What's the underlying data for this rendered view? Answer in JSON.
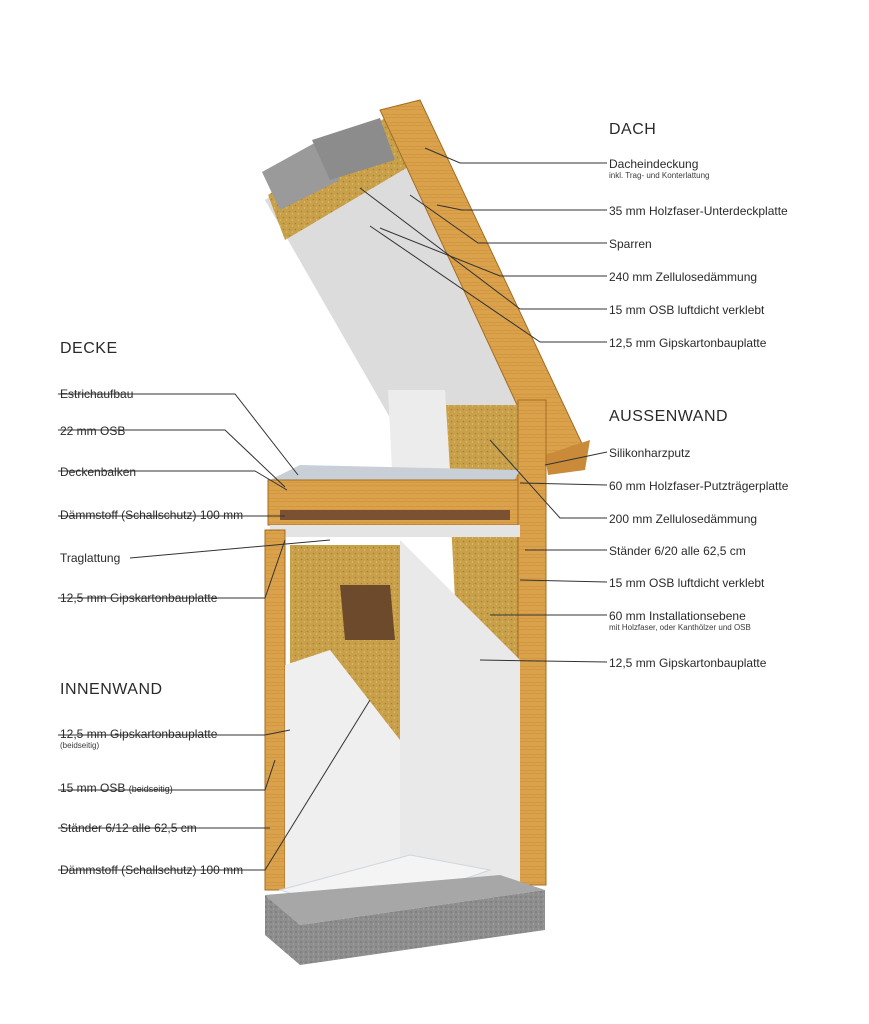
{
  "sections": {
    "dach": "DACH",
    "decke": "DECKE",
    "aussenwand": "AUSSENWAND",
    "innenwand": "INNENWAND"
  },
  "dach": [
    {
      "label": "Dacheindeckung",
      "sub": "inkl. Trag- und Konterlattung"
    },
    {
      "label": "35 mm Holzfaser-Unterdeckplatte"
    },
    {
      "label": "Sparren"
    },
    {
      "label": "240 mm Zellulosedämmung"
    },
    {
      "label": "15 mm OSB luftdicht verklebt"
    },
    {
      "label": "12,5 mm Gipskartonbauplatte"
    }
  ],
  "aussenwand": [
    {
      "label": "Silikonharzputz"
    },
    {
      "label": "60 mm Holzfaser-Putzträgerplatte"
    },
    {
      "label": "200 mm Zellulosedämmung"
    },
    {
      "label": "Ständer 6/20 alle 62,5 cm"
    },
    {
      "label": "15 mm OSB luftdicht verklebt"
    },
    {
      "label": "60 mm Installationsebene",
      "sub": "mit Holzfaser, oder Kanthölzer und OSB"
    },
    {
      "label": "12,5 mm Gipskartonbauplatte"
    }
  ],
  "decke": [
    {
      "label": "Estrichaufbau"
    },
    {
      "label": "22 mm OSB"
    },
    {
      "label": "Deckenbalken"
    },
    {
      "label": "Dämmstoff (Schallschutz) 100 mm"
    },
    {
      "label": "Traglattung"
    },
    {
      "label": "12,5 mm Gipskartonbauplatte"
    }
  ],
  "innenwand": [
    {
      "label": "12,5 mm Gipskartonbauplatte",
      "sub": "(beidseitig)"
    },
    {
      "label": "15 mm OSB",
      "note": "(beidseitig)"
    },
    {
      "label": "Ständer 6/12 alle 62,5 cm"
    },
    {
      "label": "Dämmstoff (Schallschutz) 100 mm"
    }
  ],
  "colors": {
    "wood": "#d9a24a",
    "wood_dark": "#b57a2c",
    "insulation": "#c8a24c",
    "gypsum": "#e6e6e6",
    "osb": "#7a5232",
    "concrete": "#8f8f8f",
    "line": "#333333"
  }
}
